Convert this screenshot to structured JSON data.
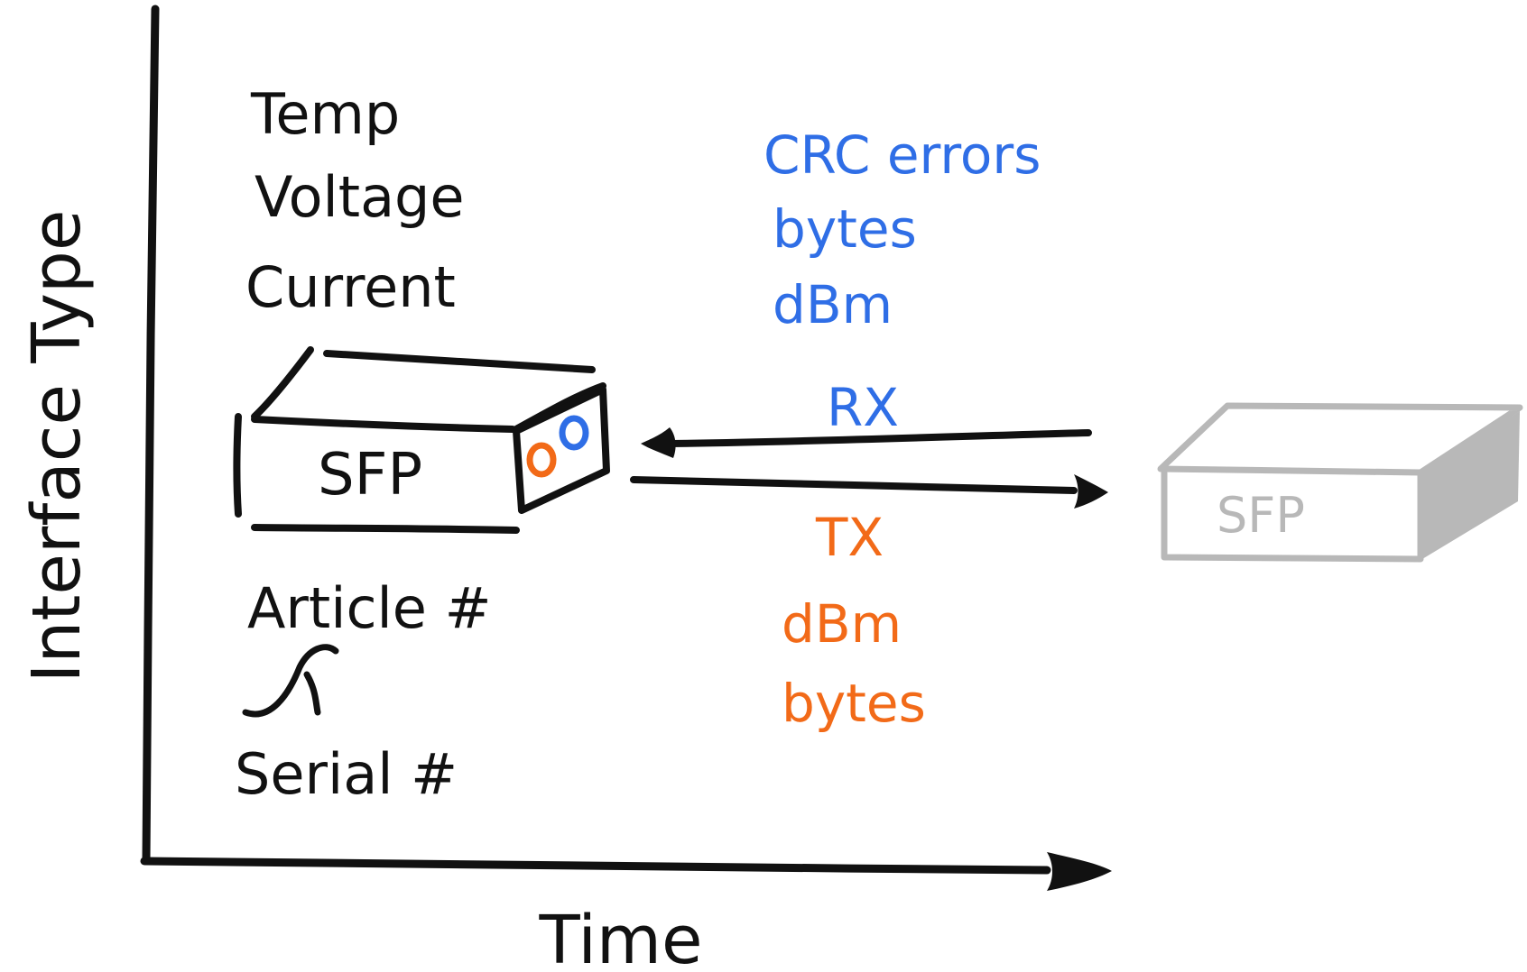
{
  "colors": {
    "ink": "#111111",
    "blue": "#2f6ee6",
    "orange": "#f26a18",
    "gray": "#b8b8b8"
  },
  "axes": {
    "y_label": "Interface Type",
    "x_label": "Time"
  },
  "module_info": {
    "top_lines": [
      "Temp",
      "Voltage",
      "Current"
    ],
    "bottom_lines": [
      "Article #",
      "Serial #"
    ]
  },
  "local_module": {
    "label": "SFP",
    "rx_port_color": "#2f6ee6",
    "tx_port_color": "#f26a18"
  },
  "remote_module": {
    "label": "SFP"
  },
  "rx": {
    "label": "RX",
    "metrics": [
      "CRC errors",
      "bytes",
      "dBm"
    ]
  },
  "tx": {
    "label": "TX",
    "metrics": [
      "dBm",
      "bytes"
    ]
  }
}
